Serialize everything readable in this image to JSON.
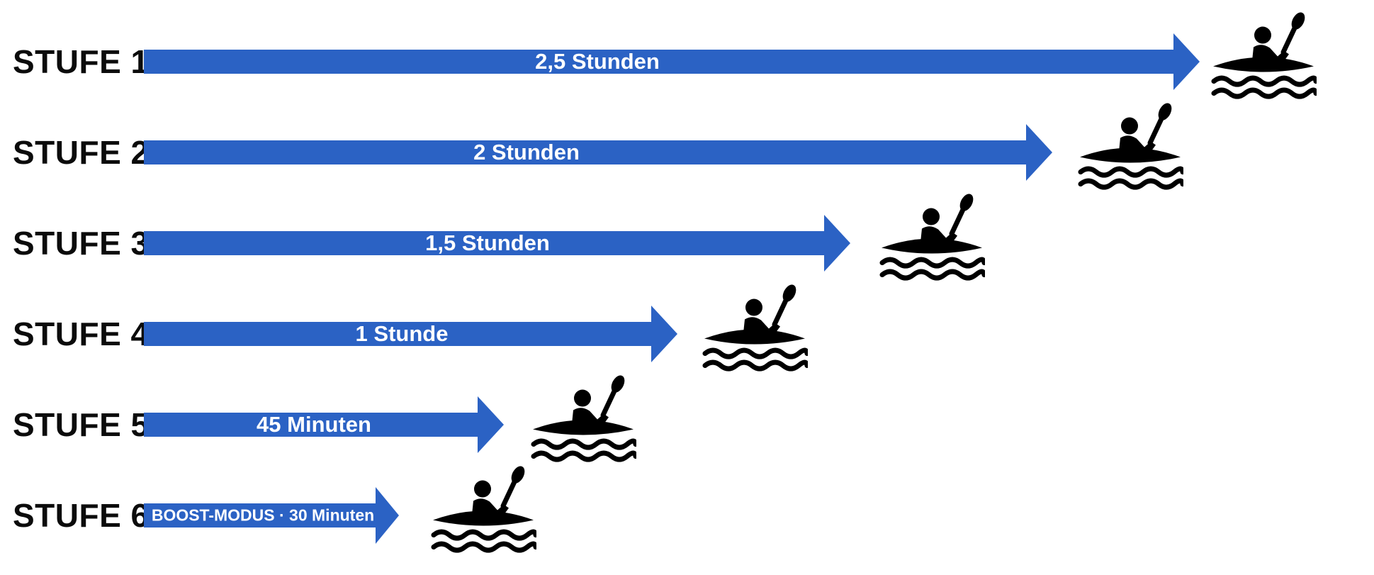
{
  "diagram": {
    "accent_color": "#2b62c4",
    "icon_color": "#000000",
    "levels": [
      {
        "label": "STUFE 1",
        "duration": "2,5 Stunden",
        "icon": "kayak-icon"
      },
      {
        "label": "STUFE 2",
        "duration": "2 Stunden",
        "icon": "kayak-icon"
      },
      {
        "label": "STUFE 3",
        "duration": "1,5 Stunden",
        "icon": "kayak-icon"
      },
      {
        "label": "STUFE 4",
        "duration": "1 Stunde",
        "icon": "kayak-icon"
      },
      {
        "label": "STUFE 5",
        "duration": "45 Minuten",
        "icon": "kayak-icon"
      },
      {
        "label": "STUFE 6",
        "duration": "BOOST-MODUS · 30 Minuten",
        "icon": "kayak-icon"
      }
    ]
  }
}
